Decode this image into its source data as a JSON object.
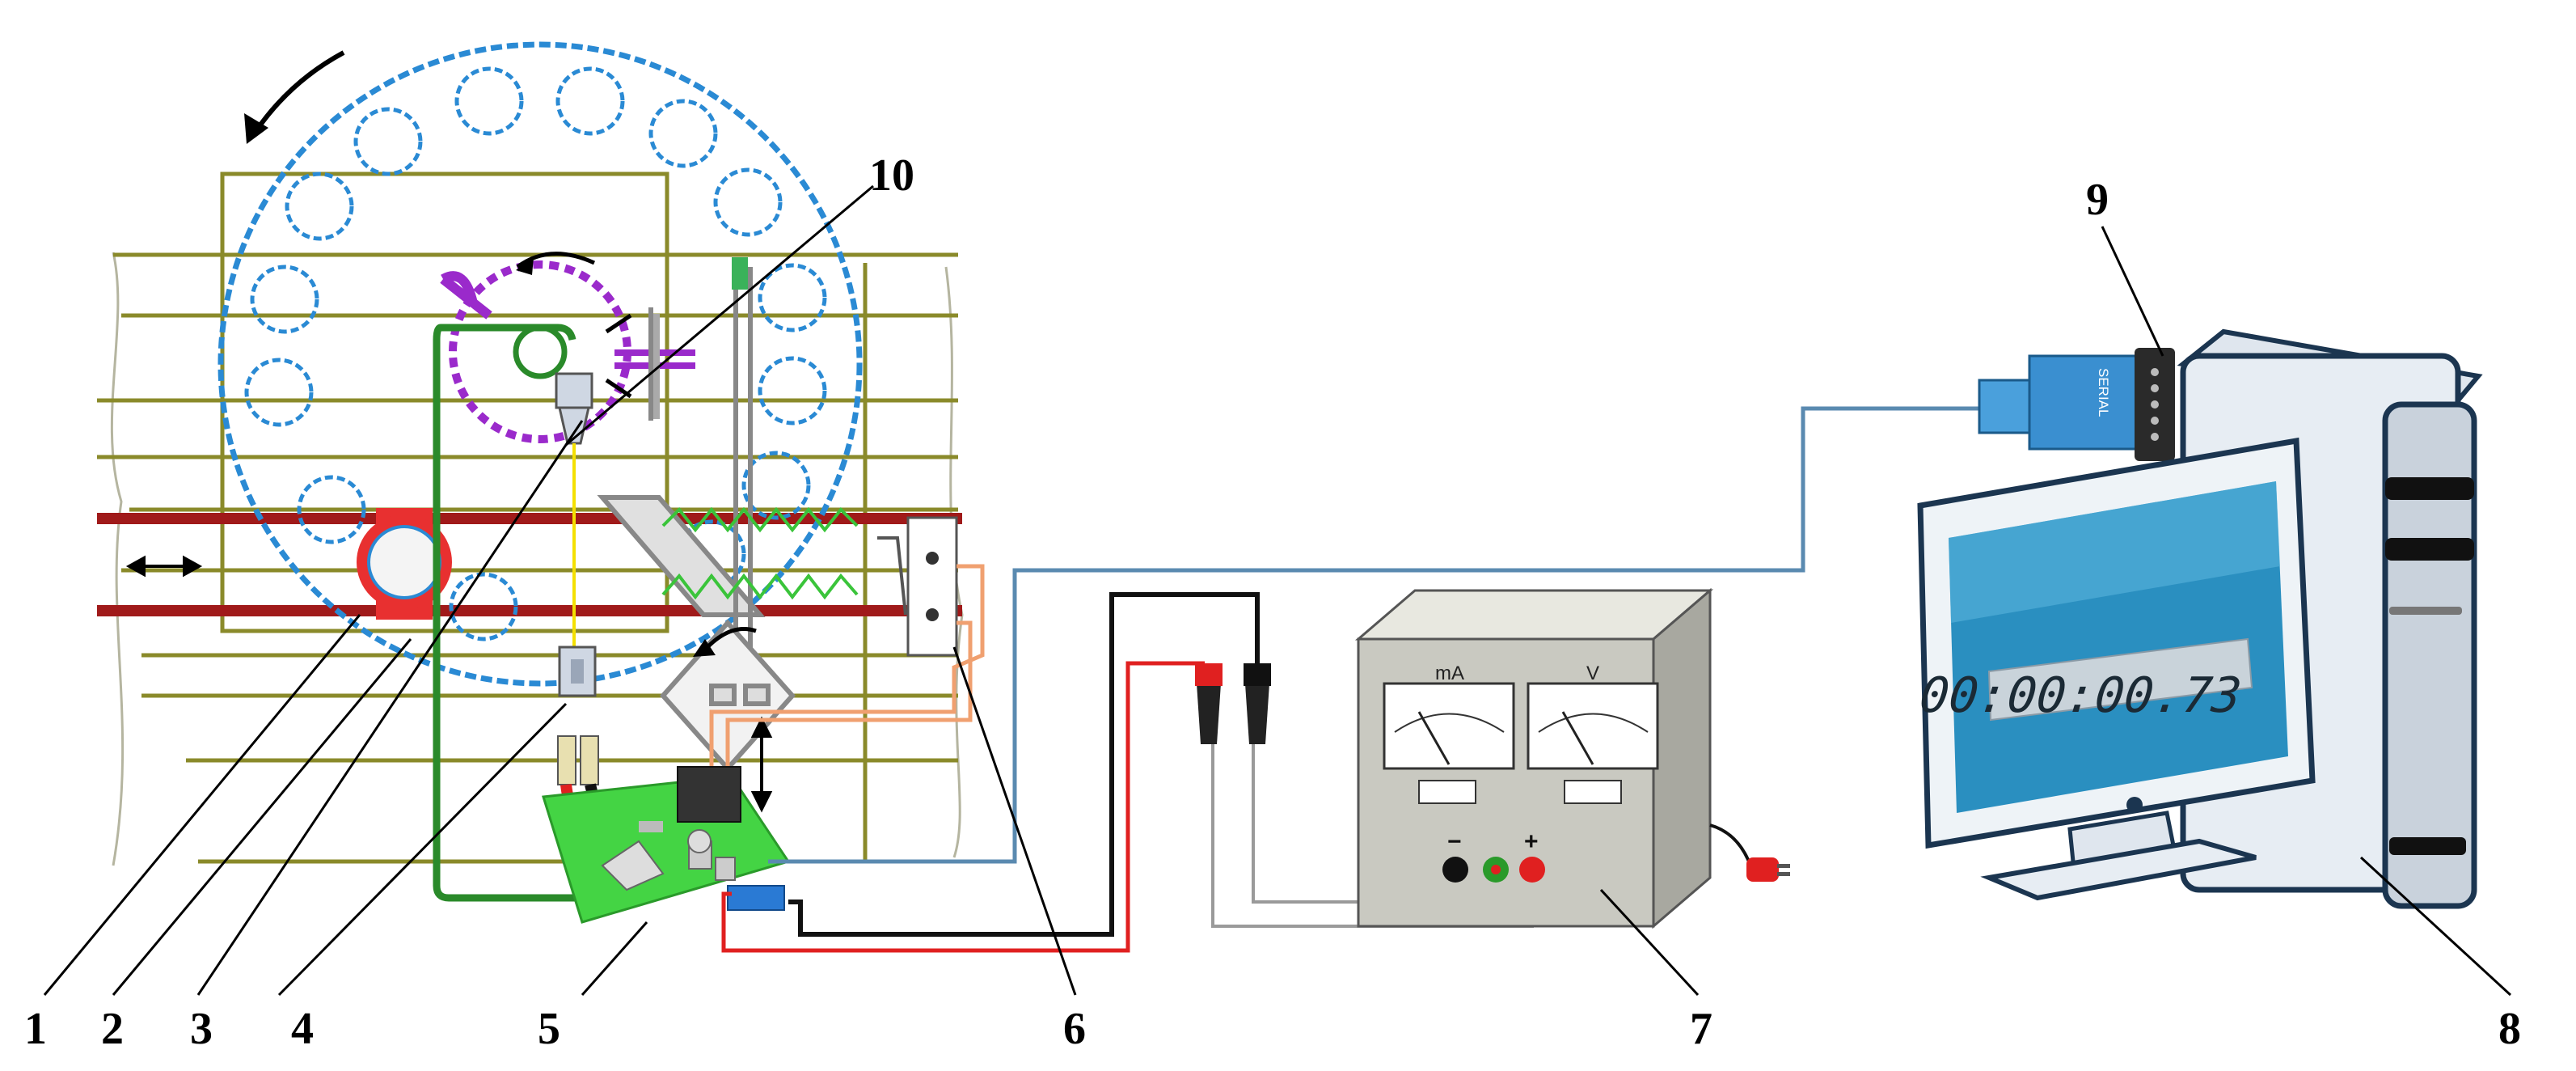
{
  "callouts": {
    "c1": "1",
    "c2": "2",
    "c3": "3",
    "c4": "4",
    "c5": "5",
    "c6": "6",
    "c7": "7",
    "c8": "8",
    "c9": "9",
    "c10": "10"
  },
  "power_supply": {
    "meter_left_unit": "mA",
    "meter_right_unit": "V",
    "terminal_minus": "−",
    "terminal_plus": "+"
  },
  "usb_adapter_label": "SERIAL",
  "monitor_timer": "00:00:00.73",
  "colors": {
    "turntable": "#2a8ad4",
    "rails": "#a01a1a",
    "frame": "#8a8a2a",
    "green_wire": "#2a8a2a",
    "red_wire": "#e02020",
    "black_wire": "#111111",
    "blue_cable": "#5a8ab0",
    "orange_wire": "#f0a070",
    "pcb": "#44d444",
    "mechanism": "#9a2acb"
  }
}
